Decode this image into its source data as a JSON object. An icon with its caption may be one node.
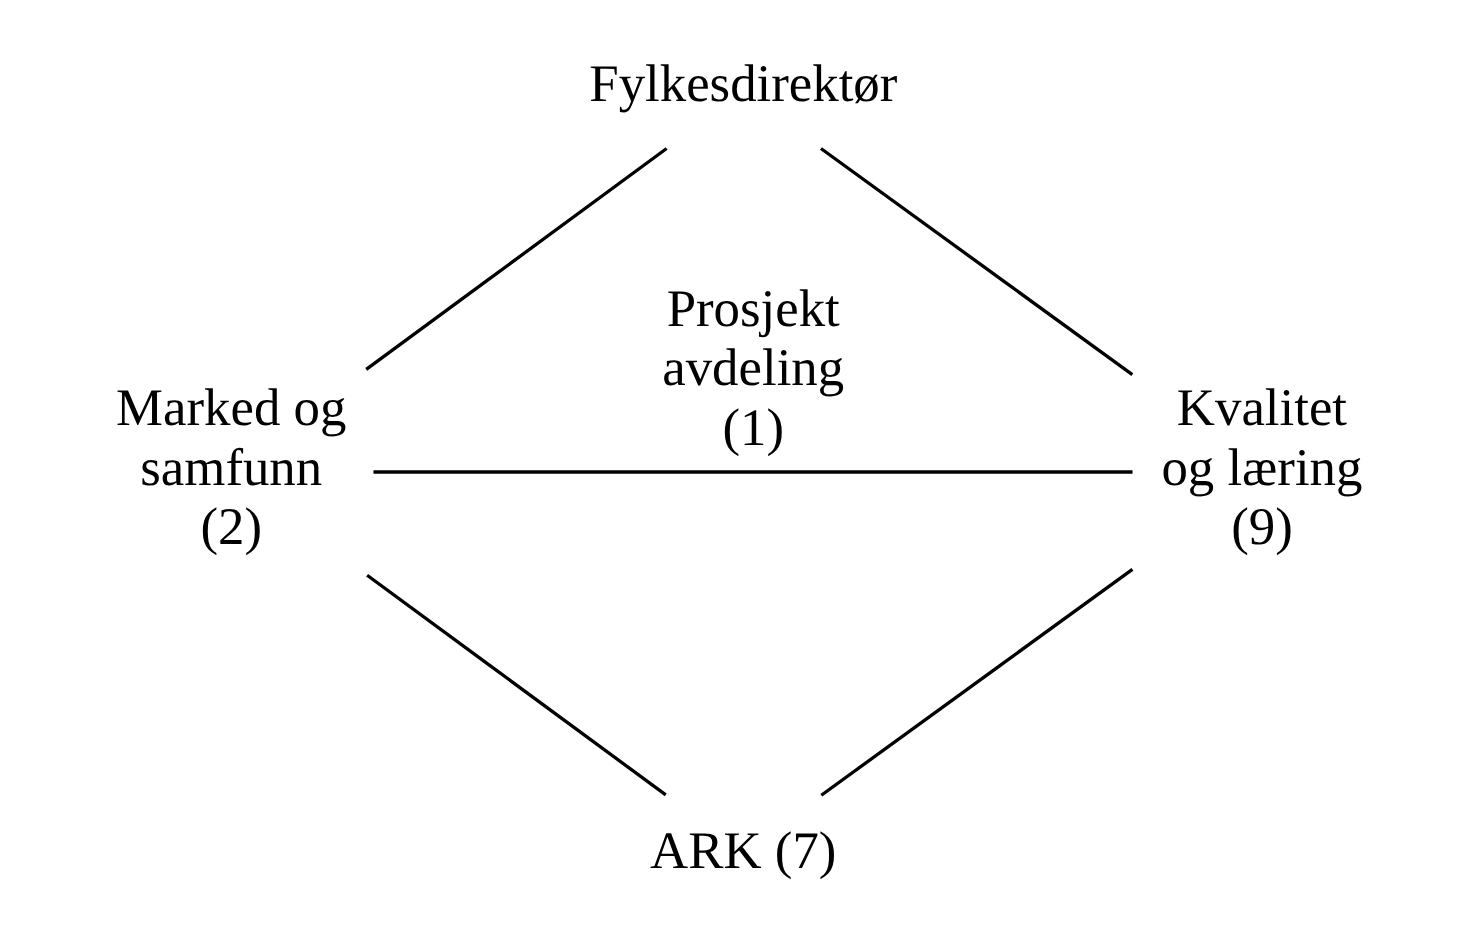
{
  "diagram": {
    "nodes": [
      {
        "text": [
          "Fylkesdirektør"
        ]
      },
      {
        "text": [
          "Marked og samfunn (2)"
        ]
      },
      {
        "text": [
          "Kvalitet og læring (9)"
        ]
      },
      {
        "text": [
          "ARK (7)"
        ]
      }
    ],
    "edges": [
      {
        "from": 0,
        "to": 1,
        "arrow": "none"
      },
      {
        "from": 0,
        "to": 2,
        "arrow": "none"
      },
      {
        "from": 1,
        "to": 2,
        "arrow": "none",
        "label": "Prosjekt avdeling (1)"
      },
      {
        "from": 1,
        "to": 3,
        "arrow": "none"
      },
      {
        "from": 2,
        "to": 3,
        "arrow": "none"
      }
    ]
  }
}
